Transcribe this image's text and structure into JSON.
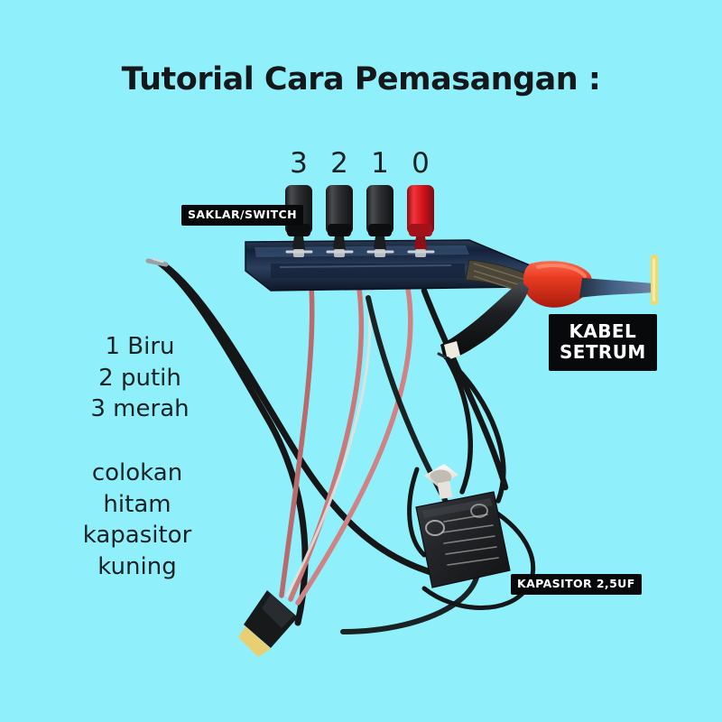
{
  "page": {
    "background_color": "#8ff0fb",
    "title": "Tutorial Cara Pemasangan :"
  },
  "terminals": {
    "numbers": [
      {
        "label": "3",
        "color": "#2b2b2d",
        "kind": "black-banana-jack"
      },
      {
        "label": "2",
        "color": "#2b2b2d",
        "kind": "black-banana-jack"
      },
      {
        "label": "1",
        "color": "#2b2b2d",
        "kind": "black-banana-jack"
      },
      {
        "label": "0",
        "color": "#e0222b",
        "kind": "red-banana-jack"
      }
    ]
  },
  "callouts": {
    "switch": {
      "text": "SAKLAR/SWITCH"
    },
    "power_cable": {
      "line1": "KABEL",
      "line2": "SETRUM"
    },
    "capacitor": {
      "text": "KAPASITOR 2,5UF"
    }
  },
  "legend": {
    "wire_colors": {
      "lines": [
        "1 Biru",
        "2 putih",
        "3 merah"
      ]
    },
    "plug_note": {
      "lines": [
        "colokan",
        "hitam",
        "kapasitor",
        "kuning"
      ]
    }
  },
  "colors": {
    "background": "#8ff0fb",
    "text": "#1b2224",
    "callout_bg": "#08090b",
    "callout_text": "#ffffff",
    "terminal_black": "#2b2b2d",
    "terminal_red": "#e0222b",
    "switch_body": "#1d2a3d",
    "wire_black": "#151719",
    "wire_red": "#c46c6e",
    "wire_white": "#e8e4de",
    "clip_red": "#e8392b",
    "clip_black": "#1a1c1e",
    "cable_blue": "#3c5f86",
    "disc_yellow": "#f1d86a",
    "capacitor_body": "#232528",
    "capacitor_bracket": "#efeeea",
    "plug_tip_gold": "#e9cf73"
  }
}
